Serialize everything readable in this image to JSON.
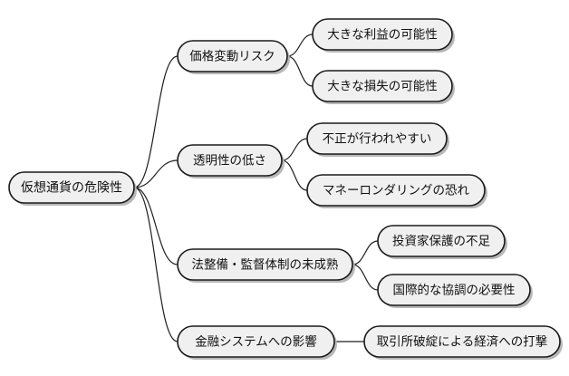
{
  "diagram": {
    "type": "mind-map",
    "title": "仮想通貨の危険性",
    "background_color": "#ffffff",
    "node_fill_color": "#f0f0f0",
    "node_border_color": "#1a1a1a",
    "connector_color": "#1f1f1f",
    "text_color": "#111111"
  },
  "root": {
    "label": "仮想通貨の危険性"
  },
  "branches": [
    {
      "label": "価格変動リスク",
      "children": [
        {
          "label": "大きな利益の可能性"
        },
        {
          "label": "大きな損失の可能性"
        }
      ]
    },
    {
      "label": "透明性の低さ",
      "children": [
        {
          "label": "不正が行われやすい"
        },
        {
          "label": "マネーロンダリングの恐れ"
        }
      ]
    },
    {
      "label": "法整備・監督体制の未成熟",
      "children": [
        {
          "label": "投資家保護の不足"
        },
        {
          "label": "国際的な協調の必要性"
        }
      ]
    },
    {
      "label": "金融システムへの影響",
      "children": [
        {
          "label": "取引所破綻による経済への打撃"
        }
      ]
    }
  ]
}
